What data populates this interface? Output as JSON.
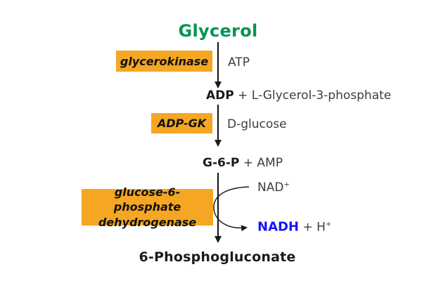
{
  "colors": {
    "background": "#FFFFFF",
    "enzyme_box_orange": "#F5A623",
    "title_green": "#009456",
    "nadh_blue": "#1515FA",
    "body_text": "#3D3D3D",
    "bold_text": "#1B1B1B",
    "arrow": "#1B1B1B"
  },
  "pathway": {
    "title": "Glycerol",
    "step1": {
      "enzyme": "glycerokinase",
      "side_label": "ATP",
      "product_bold": "ADP",
      "product_rest": " + L-Glycerol-3-phosphate"
    },
    "step2": {
      "enzyme": "ADP-GK",
      "side_label": "D-glucose",
      "product_bold": "G-6-P",
      "product_rest": " + AMP"
    },
    "step3": {
      "enzyme_line1": "glucose-6-phosphate",
      "enzyme_line2": "dehydrogenase",
      "cofactor_in": "NAD",
      "cofactor_in_sup": "+",
      "cofactor_out": "NADH",
      "cofactor_out_rest": " + H",
      "cofactor_out_sup": "+",
      "final_product": "6-Phosphogluconate"
    }
  }
}
